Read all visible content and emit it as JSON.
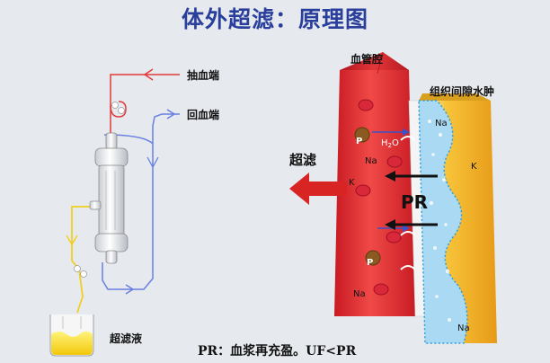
{
  "title": "体外超滤：原理图",
  "labels": {
    "draw_blood": "抽血端",
    "return_blood": "回血端",
    "ultrafiltrate": "超滤液",
    "vessel_lumen": "血管腔",
    "interstitial_edema": "组织间隙水肿",
    "ultrafiltration": "超滤",
    "pr": "PR",
    "h2o": "H",
    "h2o_sub": "2",
    "h2o_tail": "O",
    "na": "Na",
    "k": "K",
    "p": "P"
  },
  "caption": "PR：血浆再充盈。UF<PR",
  "colors": {
    "title": "#2a3f9c",
    "vessel": "#e62a30",
    "fluid_band": "#f5b82a",
    "arrow_red": "#d92424",
    "line_red": "#e23a3a",
    "line_blue": "#6a7fe0",
    "line_yellow": "#f0cf20"
  }
}
